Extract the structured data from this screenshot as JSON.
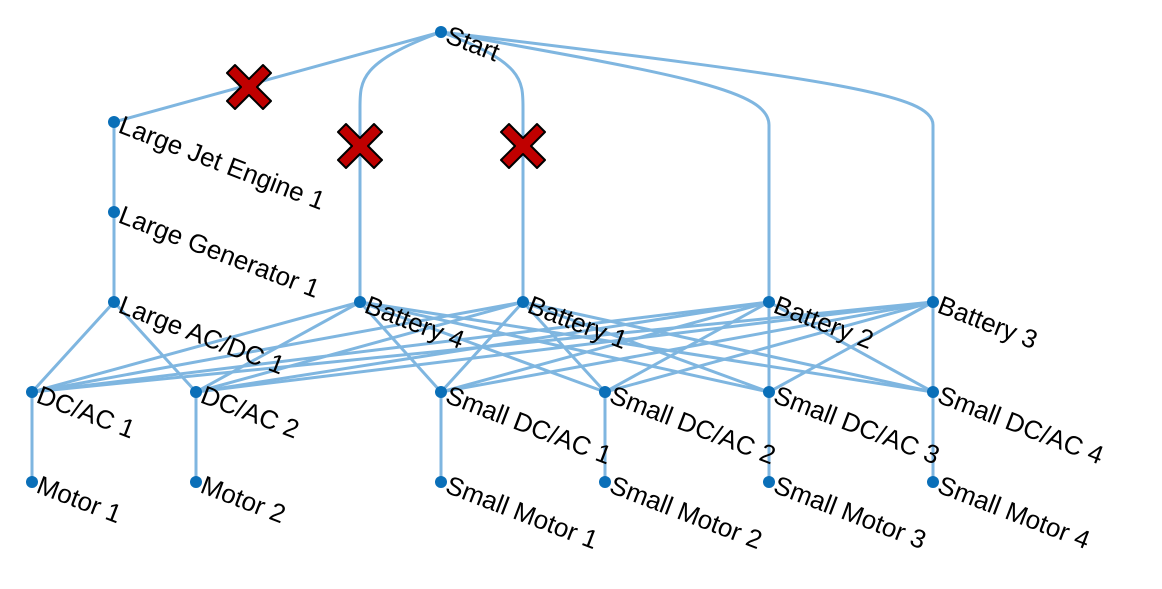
{
  "colors": {
    "edge": "#7FB6E0",
    "node": "#0A6FB8",
    "failure_fill": "#C00000",
    "failure_stroke": "#000000",
    "label": "#000000"
  },
  "nodes": [
    {
      "id": "start",
      "label": "Start"
    },
    {
      "id": "large_jet_engine_1",
      "label": "Large Jet Engine 1"
    },
    {
      "id": "large_generator_1",
      "label": "Large Generator 1"
    },
    {
      "id": "large_acdc_1",
      "label": "Large AC/DC 1"
    },
    {
      "id": "battery_4",
      "label": "Battery 4"
    },
    {
      "id": "battery_1",
      "label": "Battery 1"
    },
    {
      "id": "battery_2",
      "label": "Battery 2"
    },
    {
      "id": "battery_3",
      "label": "Battery 3"
    },
    {
      "id": "dcac_1",
      "label": "DC/AC 1"
    },
    {
      "id": "dcac_2",
      "label": "DC/AC 2"
    },
    {
      "id": "small_dcac_1",
      "label": "Small DC/AC 1"
    },
    {
      "id": "small_dcac_2",
      "label": "Small DC/AC 2"
    },
    {
      "id": "small_dcac_3",
      "label": "Small DC/AC 3"
    },
    {
      "id": "small_dcac_4",
      "label": "Small DC/AC 4"
    },
    {
      "id": "motor_1",
      "label": "Motor 1"
    },
    {
      "id": "motor_2",
      "label": "Motor 2"
    },
    {
      "id": "small_motor_1",
      "label": "Small Motor 1"
    },
    {
      "id": "small_motor_2",
      "label": "Small Motor 2"
    },
    {
      "id": "small_motor_3",
      "label": "Small Motor 3"
    },
    {
      "id": "small_motor_4",
      "label": "Small Motor 4"
    }
  ],
  "edges": [
    {
      "from": "start",
      "to": "large_jet_engine_1",
      "failed": true
    },
    {
      "from": "start",
      "to": "battery_4",
      "failed": true
    },
    {
      "from": "start",
      "to": "battery_1",
      "failed": true
    },
    {
      "from": "start",
      "to": "battery_2",
      "failed": false
    },
    {
      "from": "start",
      "to": "battery_3",
      "failed": false
    },
    {
      "from": "large_jet_engine_1",
      "to": "large_generator_1",
      "failed": false
    },
    {
      "from": "large_generator_1",
      "to": "large_acdc_1",
      "failed": false
    },
    {
      "from": "large_acdc_1",
      "to": "dcac_1",
      "failed": false
    },
    {
      "from": "large_acdc_1",
      "to": "dcac_2",
      "failed": false
    },
    {
      "from": "battery_4",
      "to": "dcac_1",
      "failed": false
    },
    {
      "from": "battery_4",
      "to": "dcac_2",
      "failed": false
    },
    {
      "from": "battery_4",
      "to": "small_dcac_1",
      "failed": false
    },
    {
      "from": "battery_4",
      "to": "small_dcac_2",
      "failed": false
    },
    {
      "from": "battery_4",
      "to": "small_dcac_3",
      "failed": false
    },
    {
      "from": "battery_4",
      "to": "small_dcac_4",
      "failed": false
    },
    {
      "from": "battery_1",
      "to": "dcac_1",
      "failed": false
    },
    {
      "from": "battery_1",
      "to": "dcac_2",
      "failed": false
    },
    {
      "from": "battery_1",
      "to": "small_dcac_1",
      "failed": false
    },
    {
      "from": "battery_1",
      "to": "small_dcac_2",
      "failed": false
    },
    {
      "from": "battery_1",
      "to": "small_dcac_3",
      "failed": false
    },
    {
      "from": "battery_1",
      "to": "small_dcac_4",
      "failed": false
    },
    {
      "from": "battery_2",
      "to": "dcac_1",
      "failed": false
    },
    {
      "from": "battery_2",
      "to": "dcac_2",
      "failed": false
    },
    {
      "from": "battery_2",
      "to": "small_dcac_1",
      "failed": false
    },
    {
      "from": "battery_2",
      "to": "small_dcac_2",
      "failed": false
    },
    {
      "from": "battery_2",
      "to": "small_dcac_3",
      "failed": false
    },
    {
      "from": "battery_2",
      "to": "small_dcac_4",
      "failed": false
    },
    {
      "from": "battery_3",
      "to": "dcac_1",
      "failed": false
    },
    {
      "from": "battery_3",
      "to": "dcac_2",
      "failed": false
    },
    {
      "from": "battery_3",
      "to": "small_dcac_1",
      "failed": false
    },
    {
      "from": "battery_3",
      "to": "small_dcac_2",
      "failed": false
    },
    {
      "from": "battery_3",
      "to": "small_dcac_3",
      "failed": false
    },
    {
      "from": "battery_3",
      "to": "small_dcac_4",
      "failed": false
    },
    {
      "from": "dcac_1",
      "to": "motor_1",
      "failed": false
    },
    {
      "from": "dcac_2",
      "to": "motor_2",
      "failed": false
    },
    {
      "from": "small_dcac_1",
      "to": "small_motor_1",
      "failed": false
    },
    {
      "from": "small_dcac_2",
      "to": "small_motor_2",
      "failed": false
    },
    {
      "from": "small_dcac_3",
      "to": "small_motor_3",
      "failed": false
    },
    {
      "from": "small_dcac_4",
      "to": "small_motor_4",
      "failed": false
    }
  ]
}
